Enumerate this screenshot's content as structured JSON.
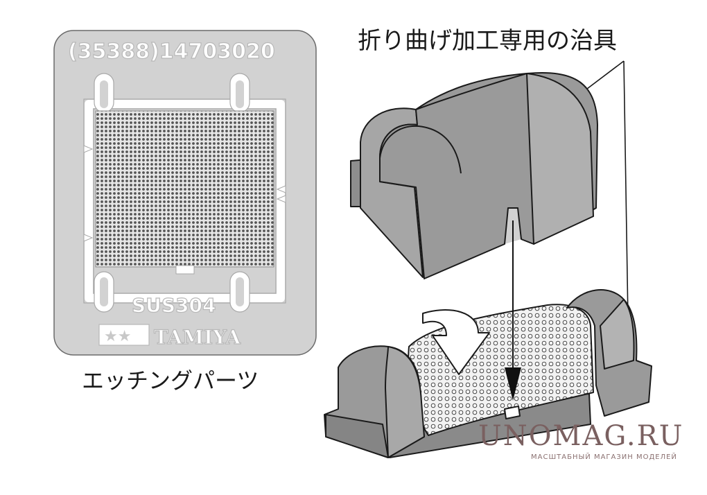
{
  "fret": {
    "part_number": "(35388)14703020",
    "material": "SUS304",
    "brand": "TAMIYA"
  },
  "labels": {
    "etching_parts": "エッチングパーツ",
    "bending_jig": "折り曲げ加工専用の治具"
  },
  "watermark": {
    "site": "UNOMAG.RU",
    "tagline": "МАСШТАБНЫЙ МАГАЗИН МОДЕЛЕЙ"
  },
  "colors": {
    "fret_gray": "#d2d2d2",
    "jig_gray": "#9a9a9a",
    "outline": "#1a1a1a"
  }
}
